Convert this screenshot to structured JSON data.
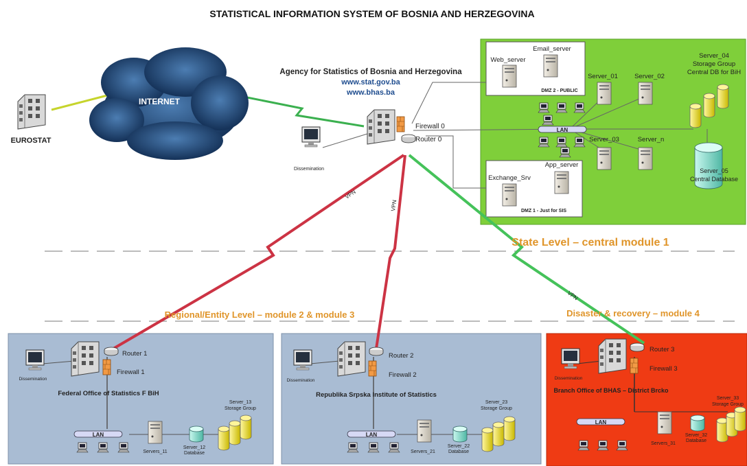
{
  "title": "STATISTICAL INFORMATION SYSTEM OF BOSNIA AND HERZEGOVINA",
  "agency": {
    "name": "Agency for Statistics of Bosnia and Herzegovina",
    "url1": "www.stat.gov.ba",
    "url2": "www.bhas.ba",
    "firewall": "Firewall 0",
    "router": "Router 0",
    "dissemination": "Dissemination"
  },
  "internet": "INTERNET",
  "eurostat": "EUROSTAT",
  "central": {
    "web_server": "Web_server",
    "email_server": "Email_server",
    "dmz2": "DMZ 2 - PUBLIC",
    "server_01": "Server_01",
    "server_02": "Server_02",
    "server_03": "Server_03",
    "server_n": "Server_n",
    "server_04": "Server_04",
    "storage_group": "Storage Group",
    "central_db_bih": "Central DB for BiH",
    "server_05": "Server_05",
    "central_database": "Central Database",
    "lan": "LAN",
    "exchange": "Exchange_Srv",
    "app_server": "App_server",
    "dmz1": "DMZ 1 - Just for SIS",
    "level": "State Level – central module 1"
  },
  "vpn": "VPN",
  "regional_level": "Regional/Entity Level – module 2 & module 3",
  "disaster_level": "Disaster & recovery – module 4",
  "fbih": {
    "name": "Federal Office of Statistics F BiH",
    "router": "Router 1",
    "firewall": "Firewall 1",
    "dissemination": "Dissemination",
    "lan": "LAN",
    "servers": "Servers_11",
    "db_server": "Server_12",
    "db": "Database",
    "storage_server": "Server_13",
    "storage": "Storage Group"
  },
  "rs": {
    "name": "Republika Srpska Institute of Statistics",
    "router": "Router 2",
    "firewall": "Firewall 2",
    "dissemination": "Dissemination",
    "lan": "LAN",
    "servers": "Servers_21",
    "db_server": "Server_22",
    "db": "Database",
    "storage_server": "Server_23",
    "storage": "Storage Group"
  },
  "brcko": {
    "name": "Branch Office of BHAS – District Brcko",
    "router": "Router 3",
    "firewall": "Firewall 3",
    "dissemination": "Dissemination",
    "lan": "LAN",
    "servers": "Servers_31",
    "db_server": "Server_32",
    "db": "Database",
    "storage_server": "Server_33",
    "storage": "Storage Group"
  },
  "colors": {
    "central_bg": "#7fcf3a",
    "regional_bg": "#a9bcd3",
    "brcko_bg": "#ef3b14",
    "vpn_red": "#cc3344",
    "vpn_green": "#45c25a",
    "level_text": "#e0952a"
  }
}
